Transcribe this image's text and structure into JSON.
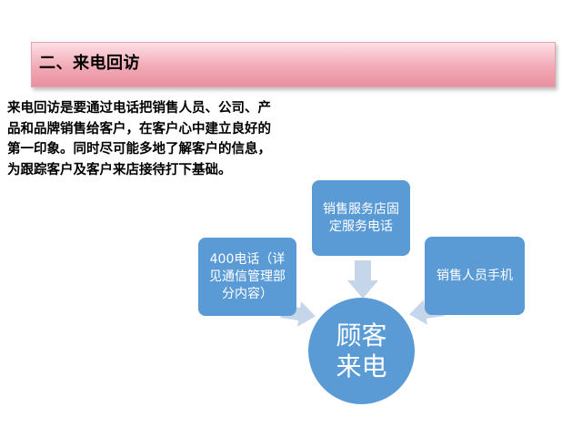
{
  "slide": {
    "title": "二、来电回访",
    "intro": "来电回访是要通过电话把销售人员、公司、产品和品牌销售给客户，在客户心中建立良好的第一印象。同时尽可能多地了解客户的信息，为跟踪客户及客户来店接待打下基础。"
  },
  "diagram": {
    "sources": {
      "top": "销售服务店固定服务电话",
      "left": "400电话（详见通信管理部分内容）",
      "right": "销售人员手机"
    },
    "center_line1": "顾客",
    "center_line2": "来电"
  },
  "colors": {
    "node_fill": "#5b9bd5",
    "arrow_fill": "#c5d5ea",
    "banner_top": "#fde0e4",
    "banner_bottom": "#e88f9f"
  }
}
